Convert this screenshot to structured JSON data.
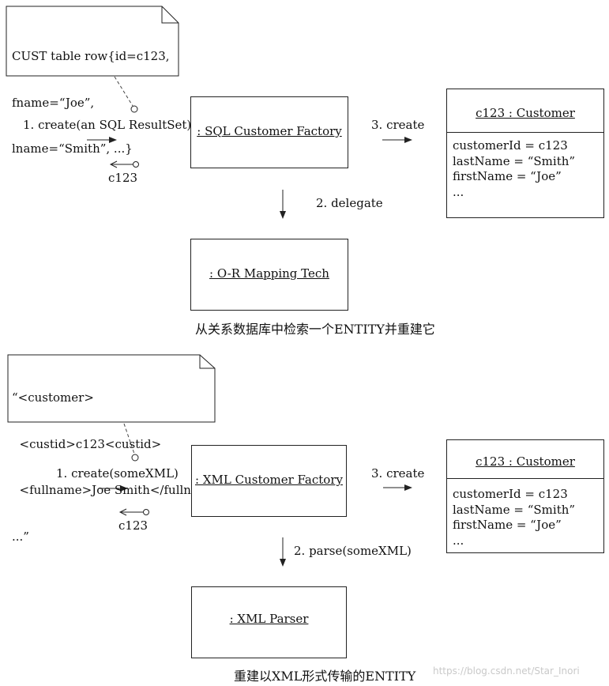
{
  "diagram1": {
    "note_lines": [
      "CUST table row{id=c123,",
      "fname=“Joe”,",
      "lname=“Smith”, ...}"
    ],
    "create_label": "1. create(an SQL ResultSet)",
    "return_label": "c123",
    "factory_label": ": SQL Customer Factory",
    "create_entity_label": "3. create",
    "delegate_label": "2. delegate",
    "helper_label": ": O-R Mapping Tech",
    "entity_title": "c123 : Customer",
    "entity_attrs": [
      "customerId = c123",
      "lastName = “Smith”",
      "firstName = “Joe”",
      "..."
    ],
    "caption": "从关系数据库中检索一个ENTITY并重建它"
  },
  "diagram2": {
    "note_lines": [
      "“<customer>",
      "  <custid>c123<custid>",
      "  <fullname>Joe Smith</fullname>",
      "...”"
    ],
    "create_label": "1. create(someXML)",
    "return_label": "c123",
    "factory_label": ": XML Customer Factory",
    "create_entity_label": "3. create",
    "parse_label": "2. parse(someXML)",
    "helper_label": ": XML Parser",
    "entity_title": "c123 : Customer",
    "entity_attrs": [
      "customerId = c123",
      "lastName = “Smith”",
      "firstName = “Joe”",
      "..."
    ],
    "caption": "重建以XML形式传输的ENTITY"
  },
  "watermark": "https://blog.csdn.net/Star_Inori"
}
